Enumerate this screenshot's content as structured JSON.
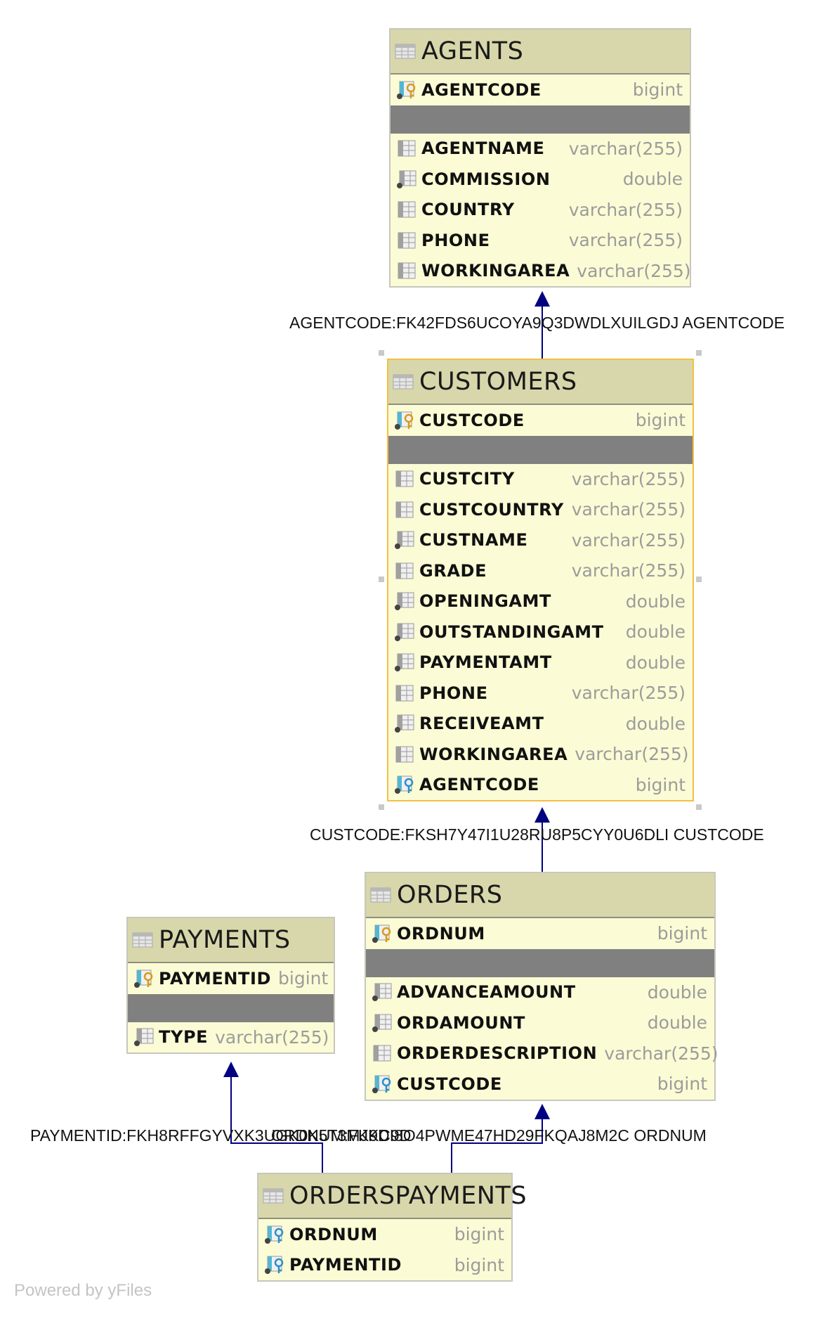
{
  "tables": {
    "agents": {
      "title": "AGENTS",
      "pk": [
        {
          "name": "AGENTCODE",
          "type": "bigint",
          "icon": "primary-key-icon"
        }
      ],
      "cols": [
        {
          "name": "AGENTNAME",
          "type": "varchar(255)",
          "icon": "column-icon"
        },
        {
          "name": "COMMISSION",
          "type": "double",
          "icon": "column-notnull-icon"
        },
        {
          "name": "COUNTRY",
          "type": "varchar(255)",
          "icon": "column-icon"
        },
        {
          "name": "PHONE",
          "type": "varchar(255)",
          "icon": "column-icon"
        },
        {
          "name": "WORKINGAREA",
          "type": "varchar(255)",
          "icon": "column-icon"
        }
      ]
    },
    "customers": {
      "title": "CUSTOMERS",
      "pk": [
        {
          "name": "CUSTCODE",
          "type": "bigint",
          "icon": "primary-key-icon"
        }
      ],
      "cols": [
        {
          "name": "CUSTCITY",
          "type": "varchar(255)",
          "icon": "column-icon"
        },
        {
          "name": "CUSTCOUNTRY",
          "type": "varchar(255)",
          "icon": "column-icon"
        },
        {
          "name": "CUSTNAME",
          "type": "varchar(255)",
          "icon": "column-notnull-icon"
        },
        {
          "name": "GRADE",
          "type": "varchar(255)",
          "icon": "column-icon"
        },
        {
          "name": "OPENINGAMT",
          "type": "double",
          "icon": "column-notnull-icon"
        },
        {
          "name": "OUTSTANDINGAMT",
          "type": "double",
          "icon": "column-notnull-icon"
        },
        {
          "name": "PAYMENTAMT",
          "type": "double",
          "icon": "column-notnull-icon"
        },
        {
          "name": "PHONE",
          "type": "varchar(255)",
          "icon": "column-icon"
        },
        {
          "name": "RECEIVEAMT",
          "type": "double",
          "icon": "column-notnull-icon"
        },
        {
          "name": "WORKINGAREA",
          "type": "varchar(255)",
          "icon": "column-icon"
        },
        {
          "name": "AGENTCODE",
          "type": "bigint",
          "icon": "foreign-key-icon"
        }
      ]
    },
    "orders": {
      "title": "ORDERS",
      "pk": [
        {
          "name": "ORDNUM",
          "type": "bigint",
          "icon": "primary-key-icon"
        }
      ],
      "cols": [
        {
          "name": "ADVANCEAMOUNT",
          "type": "double",
          "icon": "column-notnull-icon"
        },
        {
          "name": "ORDAMOUNT",
          "type": "double",
          "icon": "column-notnull-icon"
        },
        {
          "name": "ORDERDESCRIPTION",
          "type": "varchar(255)",
          "icon": "column-icon"
        },
        {
          "name": "CUSTCODE",
          "type": "bigint",
          "icon": "foreign-key-icon"
        }
      ]
    },
    "payments": {
      "title": "PAYMENTS",
      "pk": [
        {
          "name": "PAYMENTID",
          "type": "bigint",
          "icon": "primary-key-icon"
        }
      ],
      "cols": [
        {
          "name": "TYPE",
          "type": "varchar(255)",
          "icon": "column-notnull-icon"
        }
      ]
    },
    "orderspayments": {
      "title": "ORDERSPAYMENTS",
      "pk": [
        {
          "name": "ORDNUM",
          "type": "bigint",
          "icon": "primary-foreign-key-icon"
        },
        {
          "name": "PAYMENTID",
          "type": "bigint",
          "icon": "primary-foreign-key-icon"
        }
      ],
      "cols": []
    }
  },
  "relations": {
    "customers_agents": "AGENTCODE:FK42FDS6UCOYA9Q3DWDLXUILGDJ AGENTCODE",
    "orders_customers": "CUSTCODE:FKSH7Y47I1U28RU8P5CYY0U6DLI CUSTCODE",
    "op_payments": "PAYMENTID:FKH8RFFGYVXK3UGK0K5T3MJKC9D",
    "op_orders": "ORDNUM:FK9DI8O4PWME47HD29FKQAJ8M2C ORDNUM"
  },
  "footer": "Powered by yFiles",
  "colors": {
    "table_fill": "#fbfbd5",
    "header_fill": "#d7d7ab",
    "separator": "#808080",
    "selected_border": "#f2c043",
    "edge": "#000080"
  }
}
